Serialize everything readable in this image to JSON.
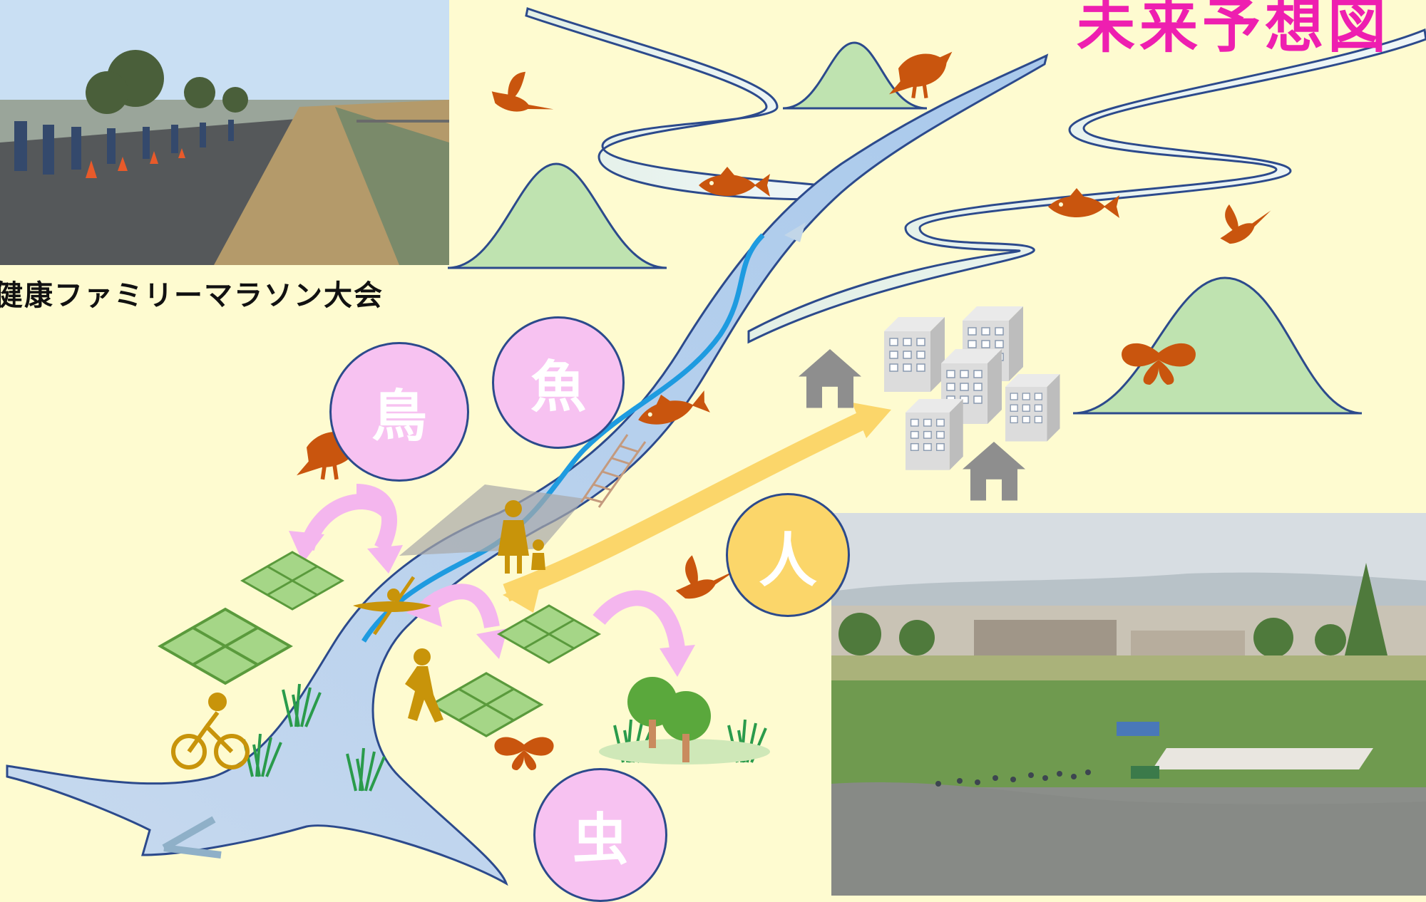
{
  "title": "未来予想図",
  "marathon_caption": "健康ファミリーマラソン大会",
  "circles": {
    "bird": "鳥",
    "fish": "魚",
    "insect": "虫",
    "human": "人"
  },
  "colors": {
    "background": "#fefbd0",
    "title": "#ee1fb0",
    "animal": "#c9550e",
    "pink_circle": "#f7c2f1",
    "yellow_circle": "#fbd66a",
    "river": "#cfe0f2",
    "mountain": "#bfe3b0"
  }
}
